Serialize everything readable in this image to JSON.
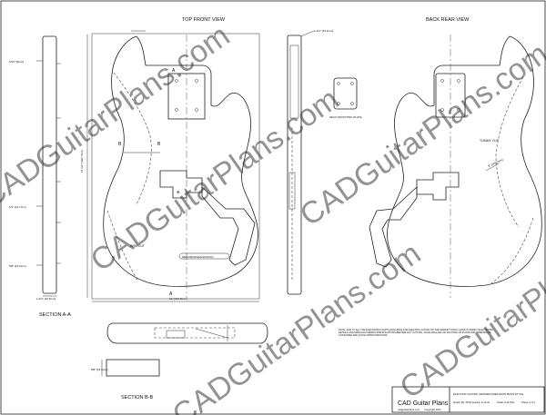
{
  "views": {
    "top_front": "TOP FRONT VIEW",
    "back_rear": "BACK REAR VIEW",
    "section_aa": "SECTION A-A",
    "section_bb": "SECTION B-B"
  },
  "labels": {
    "neck_plate": "NECK MOUNTING PLATE",
    "arm_cut": "ARM CUT",
    "tummy_cut": "TUMMY CUT",
    "section_a_top": "A",
    "section_a_bottom": "A",
    "section_b_left": "B",
    "section_b_right": "B",
    "pickup_text": "NESCIBANDEANDSCON"
  },
  "dimensions": {
    "top_edge": "1-3/4\" [44.4mm]",
    "body_length": "15-1/2\" [393.7mm]",
    "body_width": "12\" [304.8mm]",
    "thickness_a": "1-3/4\" [44.5mm]",
    "depth_1": "5/16\" [8mm]",
    "depth_2": "1/2\" [12.7mm]",
    "depth_3": "5/8\" [15.9mm]",
    "tummy_angle": "8\" [203.2mm]",
    "section_b_dim": "5/8\" [15.9mm]"
  },
  "notes": "NOTE: DUE TO ALL THE ELECTRONIC PARTS AVAILABLE FOR ELECTRIC GUITAR ON THE MARKET TODAY, ALWAYS VERIFY ELECTRONIC DETAILS AND MANUFACTURERS SPECIFICATIONS BEFORE ANY CUTTING. HOLE DRILLING OR ROUTING OF PLANS AND DIMENSIONS CONTAINED ARE GOOD APPROXIMATIONS.",
  "title_block": {
    "company": "CAD Guitar Plans",
    "website": "cadguitarplans.com",
    "copyright": "Copyright 2011",
    "drawing_title": "ELECTRIC GUITAR, FENDER PRECISION BASS STYLE",
    "drawn_by": "Drawn By: Philip Hauck, 3-14-11",
    "scale": "Scale: Full Size",
    "sheet": "Sheet 2 of 2"
  },
  "watermark": "CADGuitarPlans.com"
}
